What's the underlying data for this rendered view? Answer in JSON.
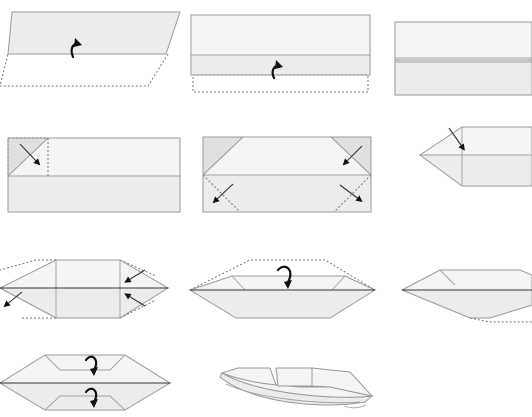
{
  "diagram": {
    "type": "origami-instructions",
    "background": "#ffffff",
    "paper_color": "#ececec",
    "steps": [
      {
        "id": "step-1",
        "icons": [
          "fold-up-arrow-icon"
        ]
      },
      {
        "id": "step-2",
        "icons": [
          "fold-up-arrow-icon"
        ]
      },
      {
        "id": "step-3",
        "icons": []
      },
      {
        "id": "step-4",
        "icons": [
          "diagonal-arrow-icon"
        ]
      },
      {
        "id": "step-5",
        "icons": [
          "diagonal-arrow-icon",
          "diagonal-arrow-icon",
          "diagonal-arrow-icon"
        ]
      },
      {
        "id": "step-6",
        "icons": [
          "diagonal-arrow-icon"
        ]
      },
      {
        "id": "step-7",
        "icons": [
          "diagonal-arrow-icon",
          "diagonal-arrow-icon",
          "diagonal-arrow-icon"
        ]
      },
      {
        "id": "step-8",
        "icons": [
          "curl-arrow-icon"
        ]
      },
      {
        "id": "step-9",
        "icons": []
      },
      {
        "id": "step-10",
        "icons": [
          "curl-arrow-icon",
          "curl-arrow-icon"
        ]
      },
      {
        "id": "step-11-boat",
        "icons": []
      }
    ]
  }
}
